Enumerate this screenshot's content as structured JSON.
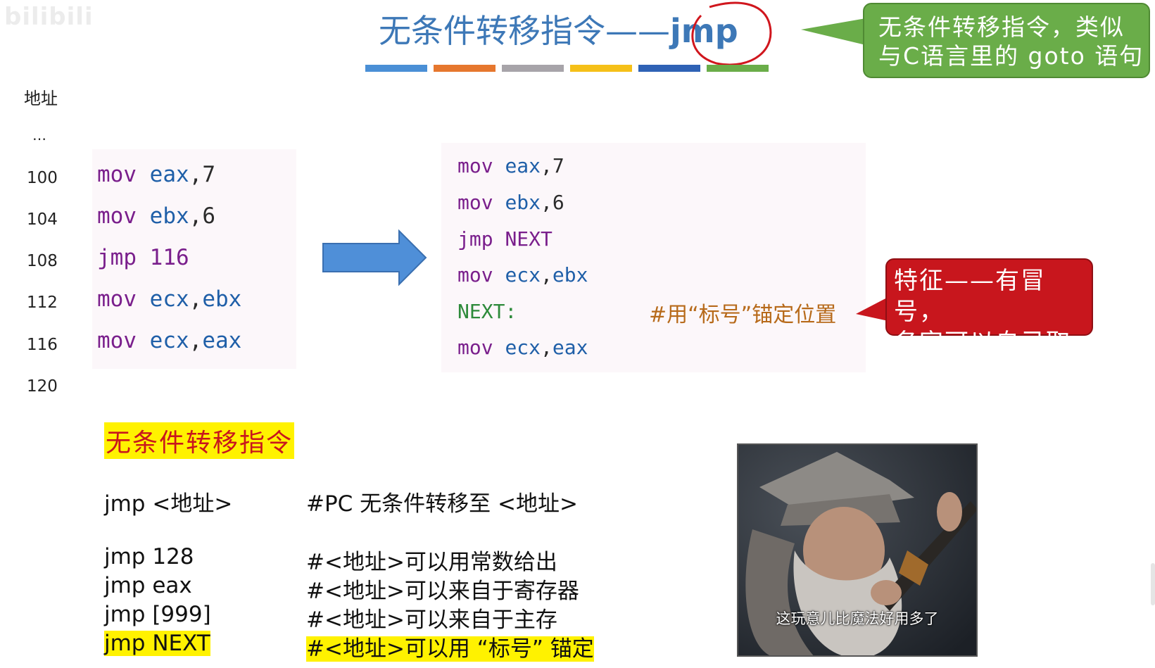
{
  "watermark": {
    "text": "bilibili"
  },
  "header": {
    "title_main": "无条件转移指令——",
    "title_jmp": "jmp",
    "color_bars": [
      "#4a8fd6",
      "#e6772e",
      "#a7a4a9",
      "#f5c018",
      "#2f62b5",
      "#6aad49"
    ]
  },
  "callout_green": {
    "line1": "无条件转移指令，类似",
    "line2": "与C语言里的 goto 语句",
    "color": "#6aad49"
  },
  "address_column": {
    "header": "地址",
    "ellipsis": "…",
    "addresses": [
      "100",
      "104",
      "108",
      "112",
      "116",
      "120"
    ]
  },
  "left_code": [
    {
      "op": "mov",
      "args": [
        {
          "t": "eax",
          "k": "reg"
        },
        {
          "t": ",",
          "k": "num"
        },
        {
          "t": "7",
          "k": "num"
        }
      ]
    },
    {
      "op": "mov",
      "args": [
        {
          "t": "ebx",
          "k": "reg"
        },
        {
          "t": ",",
          "k": "num"
        },
        {
          "t": "6",
          "k": "num"
        }
      ]
    },
    {
      "op": "jmp",
      "args": [
        {
          "t": "116",
          "k": "kw"
        }
      ]
    },
    {
      "op": "mov",
      "args": [
        {
          "t": "ecx",
          "k": "reg"
        },
        {
          "t": ",",
          "k": "num"
        },
        {
          "t": "ebx",
          "k": "reg"
        }
      ]
    },
    {
      "op": "mov",
      "args": [
        {
          "t": "ecx",
          "k": "reg"
        },
        {
          "t": ",",
          "k": "num"
        },
        {
          "t": "eax",
          "k": "reg"
        }
      ]
    }
  ],
  "right_code": {
    "line1": {
      "op": "mov",
      "a": "eax",
      "sep": ",",
      "b": "7"
    },
    "line2": {
      "op": "mov",
      "a": "ebx",
      "sep": ",",
      "b": "6"
    },
    "line3": {
      "op": "jmp",
      "a": "NEXT"
    },
    "line4": {
      "op": "mov",
      "a": "ecx",
      "sep": ",",
      "b": "ebx"
    },
    "line5": {
      "label": "NEXT:",
      "comment": "#用“标号”锚定位置"
    },
    "line6": {
      "op": "mov",
      "a": "ecx",
      "sep": ",",
      "b": "eax"
    }
  },
  "callout_red": {
    "line1": "特征——有冒号，",
    "line2": "名字可以自己取",
    "color": "#c8161d"
  },
  "reference": {
    "section_title": "无条件转移指令",
    "rows": [
      {
        "left": "jmp <地址>",
        "right": "#PC 无条件转移至 <地址>"
      },
      {
        "left": "jmp 128",
        "right": "#<地址>可以用常数给出"
      },
      {
        "left": "jmp eax",
        "right": "#<地址>可以来自于寄存器"
      },
      {
        "left": "jmp [999]",
        "right": "#<地址>可以来自于主存"
      },
      {
        "left": "jmp NEXT",
        "right": "#<地址>可以用 “标号” 锚定"
      }
    ]
  },
  "meme": {
    "caption": "这玩意儿比魔法好用多了"
  }
}
